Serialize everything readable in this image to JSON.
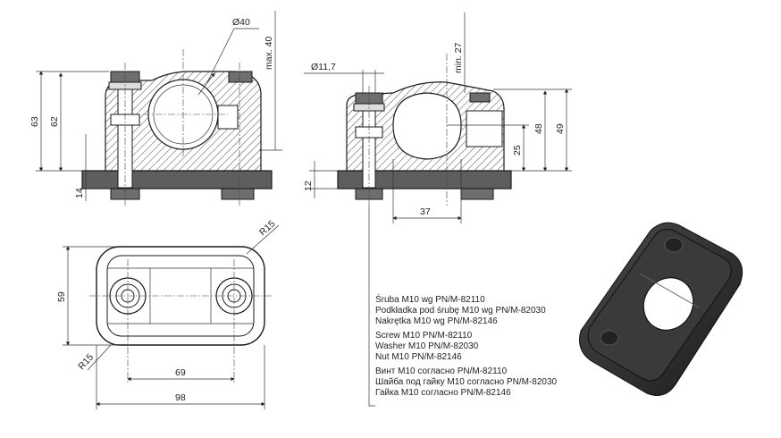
{
  "dimensions": {
    "dia_tube": "Ø40",
    "max_height": "max. 40",
    "height_63": "63",
    "height_62": "62",
    "height_14": "14",
    "dia_hole": "Ø11,7",
    "min_27": "min. 27",
    "height_25": "25",
    "height_48": "48",
    "height_49": "49",
    "height_12": "12",
    "width_37": "37",
    "radius_top": "R15",
    "radius_bottom": "R15",
    "height_59": "59",
    "width_69": "69",
    "width_98": "98"
  },
  "notes": {
    "polish": [
      "Śruba M10 wg PN/M-82110",
      "Podkładka pod śrubę M10 wg PN/M-82030",
      "Nakrętka M10 wg PN/M-82146"
    ],
    "english": [
      "Screw M10  PN/M-82110",
      "Washer M10 PN/M-82030",
      "Nut M10 PN/M-82146"
    ],
    "russian": [
      "Винт M10 согласно PN/M-82110",
      "Шайба под гайку M10 согласно PN/M-82030",
      "Гайка M10 согласно PN/M-82146"
    ]
  }
}
